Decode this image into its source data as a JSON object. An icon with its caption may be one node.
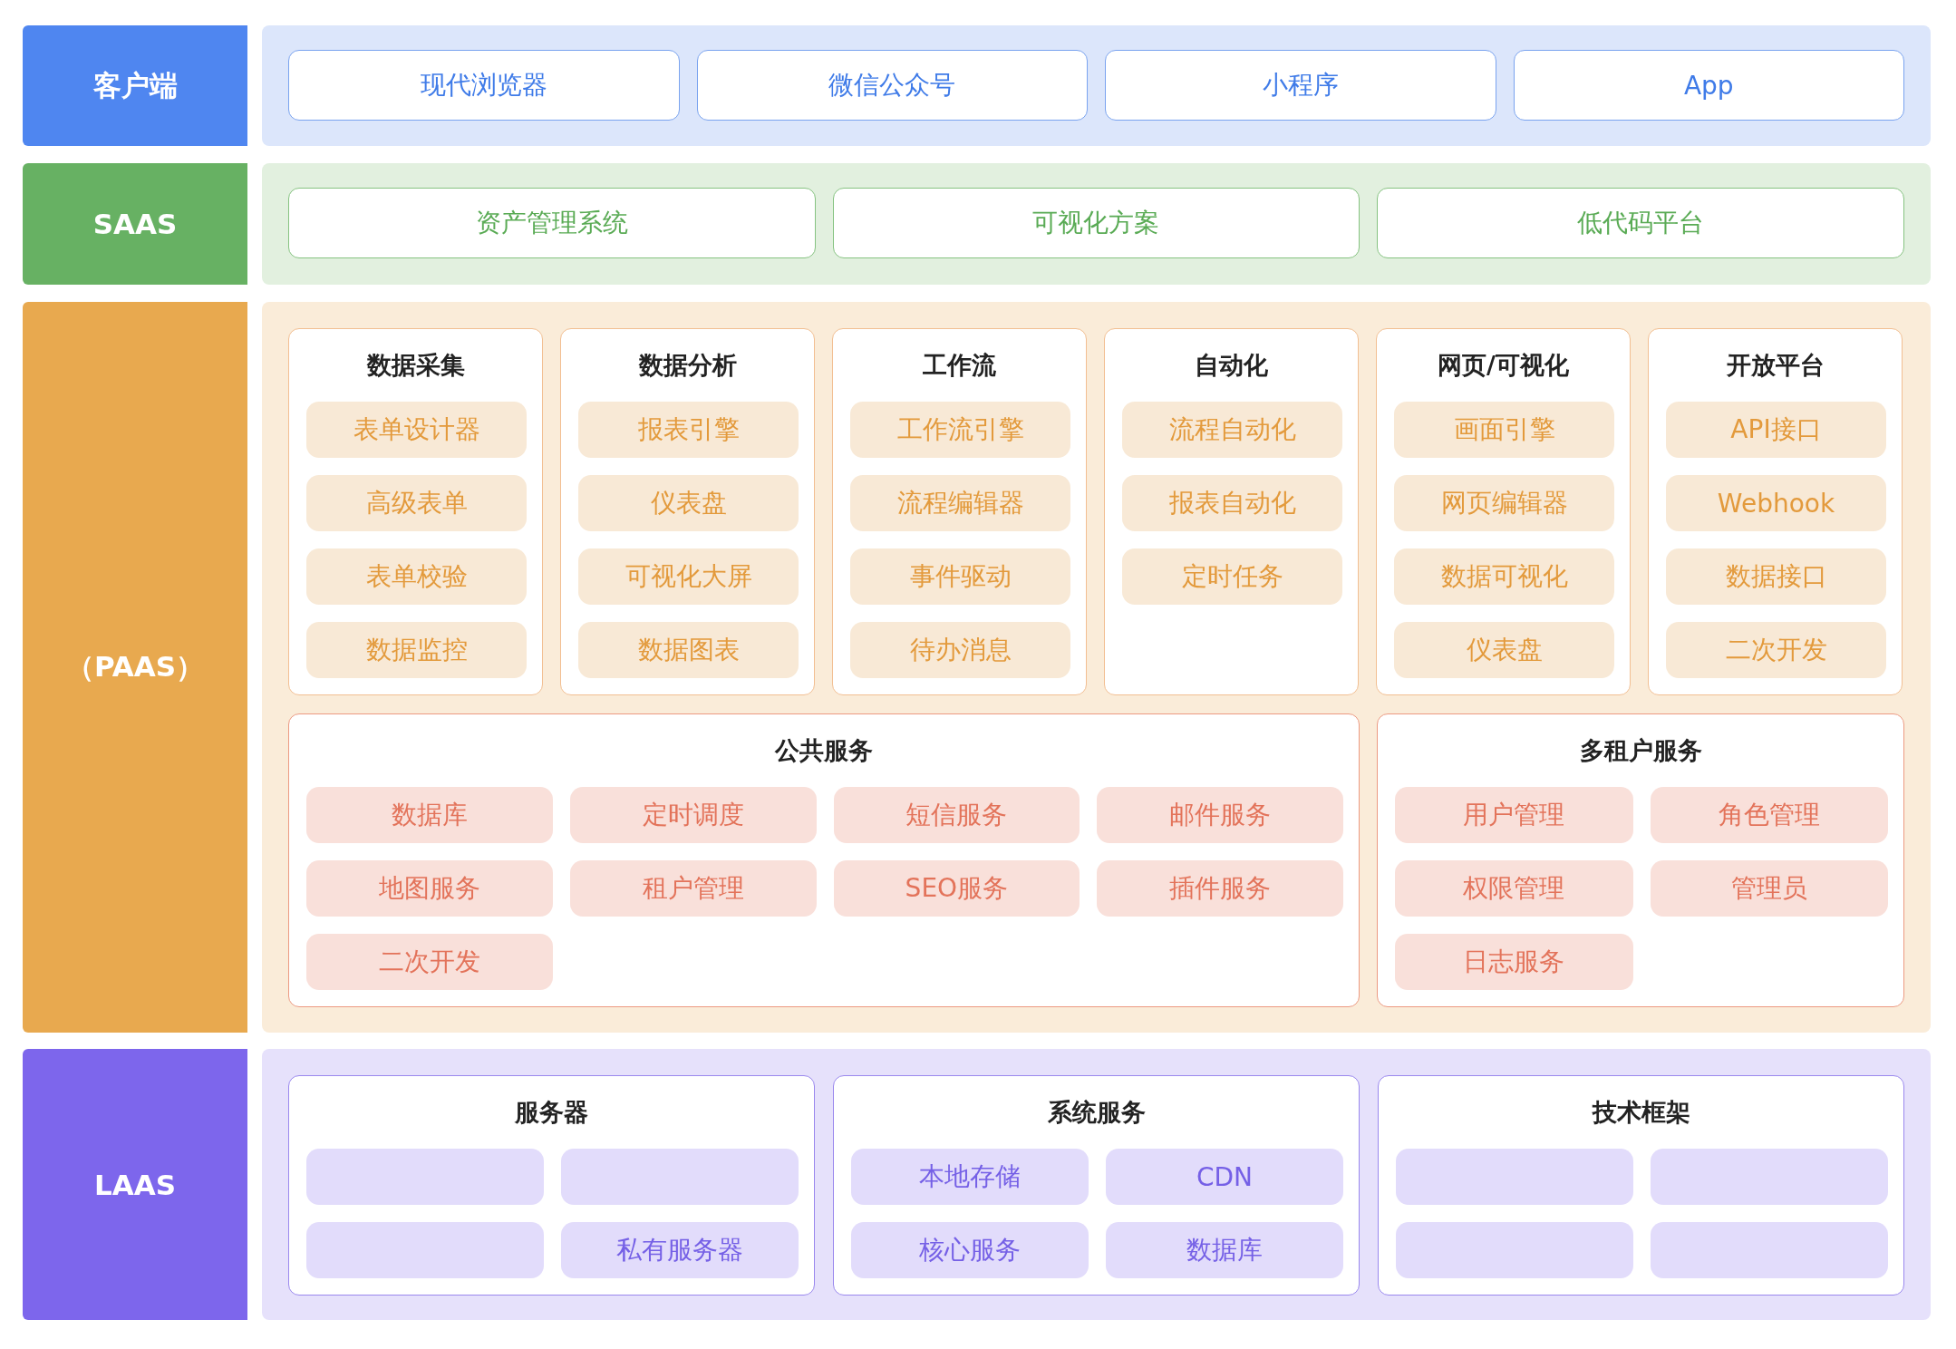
{
  "diagram": {
    "nodes": [
      {
        "text": [
          "客户端"
        ]
      },
      {
        "text": [
          "现代浏览器"
        ],
        "in": 0
      },
      {
        "text": [
          "微信公众号"
        ],
        "in": 0
      },
      {
        "text": [
          "小程序"
        ],
        "in": 0
      },
      {
        "text": [
          "App"
        ],
        "in": 0
      },
      {
        "text": [
          "SAAS"
        ]
      },
      {
        "text": [
          "资产管理系统"
        ],
        "in": 5
      },
      {
        "text": [
          "可视化方案"
        ],
        "in": 5
      },
      {
        "text": [
          "低代码平台"
        ],
        "in": 5
      },
      {
        "text": [
          "（PAAS）"
        ]
      },
      {
        "text": [
          "数据采集"
        ],
        "in": 9
      },
      {
        "text": [
          "表单设计器"
        ],
        "in": 10
      },
      {
        "text": [
          "高级表单"
        ],
        "in": 10
      },
      {
        "text": [
          "表单校验"
        ],
        "in": 10
      },
      {
        "text": [
          "数据监控"
        ],
        "in": 10
      },
      {
        "text": [
          "数据分析"
        ],
        "in": 9
      },
      {
        "text": [
          "报表引擎"
        ],
        "in": 15
      },
      {
        "text": [
          "仪表盘"
        ],
        "in": 15
      },
      {
        "text": [
          "可视化大屏"
        ],
        "in": 15
      },
      {
        "text": [
          "数据图表"
        ],
        "in": 15
      },
      {
        "text": [
          "工作流"
        ],
        "in": 9
      },
      {
        "text": [
          "工作流引擎"
        ],
        "in": 20
      },
      {
        "text": [
          "流程编辑器"
        ],
        "in": 20
      },
      {
        "text": [
          "事件驱动"
        ],
        "in": 20
      },
      {
        "text": [
          "待办消息"
        ],
        "in": 20
      },
      {
        "text": [
          "自动化"
        ],
        "in": 9
      },
      {
        "text": [
          "流程自动化"
        ],
        "in": 25
      },
      {
        "text": [
          "报表自动化"
        ],
        "in": 25
      },
      {
        "text": [
          "定时任务"
        ],
        "in": 25
      },
      {
        "text": [
          "网页/可视化"
        ],
        "in": 9
      },
      {
        "text": [
          "画面引擎"
        ],
        "in": 29
      },
      {
        "text": [
          "网页编辑器"
        ],
        "in": 29
      },
      {
        "text": [
          "数据可视化"
        ],
        "in": 29
      },
      {
        "text": [
          "仪表盘"
        ],
        "in": 29
      },
      {
        "text": [
          "开放平台"
        ],
        "in": 9
      },
      {
        "text": [
          "API接口"
        ],
        "in": 34
      },
      {
        "text": [
          "Webhook"
        ],
        "in": 34
      },
      {
        "text": [
          "数据接口"
        ],
        "in": 34
      },
      {
        "text": [
          "二次开发"
        ],
        "in": 34
      },
      {
        "text": [
          "公共服务"
        ],
        "in": 9
      },
      {
        "text": [
          "数据库"
        ],
        "in": 39
      },
      {
        "text": [
          "定时调度"
        ],
        "in": 39
      },
      {
        "text": [
          "短信服务"
        ],
        "in": 39
      },
      {
        "text": [
          "邮件服务"
        ],
        "in": 39
      },
      {
        "text": [
          "地图服务"
        ],
        "in": 39
      },
      {
        "text": [
          "租户管理"
        ],
        "in": 39
      },
      {
        "text": [
          "SEO服务"
        ],
        "in": 39
      },
      {
        "text": [
          "插件服务"
        ],
        "in": 39
      },
      {
        "text": [
          "二次开发"
        ],
        "in": 39
      },
      {
        "text": [
          "多租户服务"
        ],
        "in": 9
      },
      {
        "text": [
          "用户管理"
        ],
        "in": 49
      },
      {
        "text": [
          "角色管理"
        ],
        "in": 49
      },
      {
        "text": [
          "权限管理"
        ],
        "in": 49
      },
      {
        "text": [
          "管理员"
        ],
        "in": 49
      },
      {
        "text": [
          "日志服务"
        ],
        "in": 49
      },
      {
        "text": [
          "LAAS"
        ]
      },
      {
        "text": [
          "服务器"
        ],
        "in": 55
      },
      {
        "text": [],
        "shape": "box",
        "in": 56
      },
      {
        "text": [],
        "shape": "box",
        "in": 56
      },
      {
        "text": [],
        "shape": "box",
        "in": 56
      },
      {
        "text": [
          "私有服务器"
        ],
        "in": 56
      },
      {
        "text": [
          "系统服务"
        ],
        "in": 55
      },
      {
        "text": [
          "本地存储"
        ],
        "in": 61
      },
      {
        "text": [
          "CDN"
        ],
        "in": 61
      },
      {
        "text": [
          "核心服务"
        ],
        "in": 61
      },
      {
        "text": [
          "数据库"
        ],
        "in": 61
      },
      {
        "text": [
          "技术框架"
        ],
        "in": 55
      },
      {
        "text": [],
        "shape": "box",
        "in": 66
      },
      {
        "text": [],
        "shape": "box",
        "in": 66
      },
      {
        "text": [],
        "shape": "box",
        "in": 66
      },
      {
        "text": [],
        "shape": "box",
        "in": 66
      }
    ]
  }
}
